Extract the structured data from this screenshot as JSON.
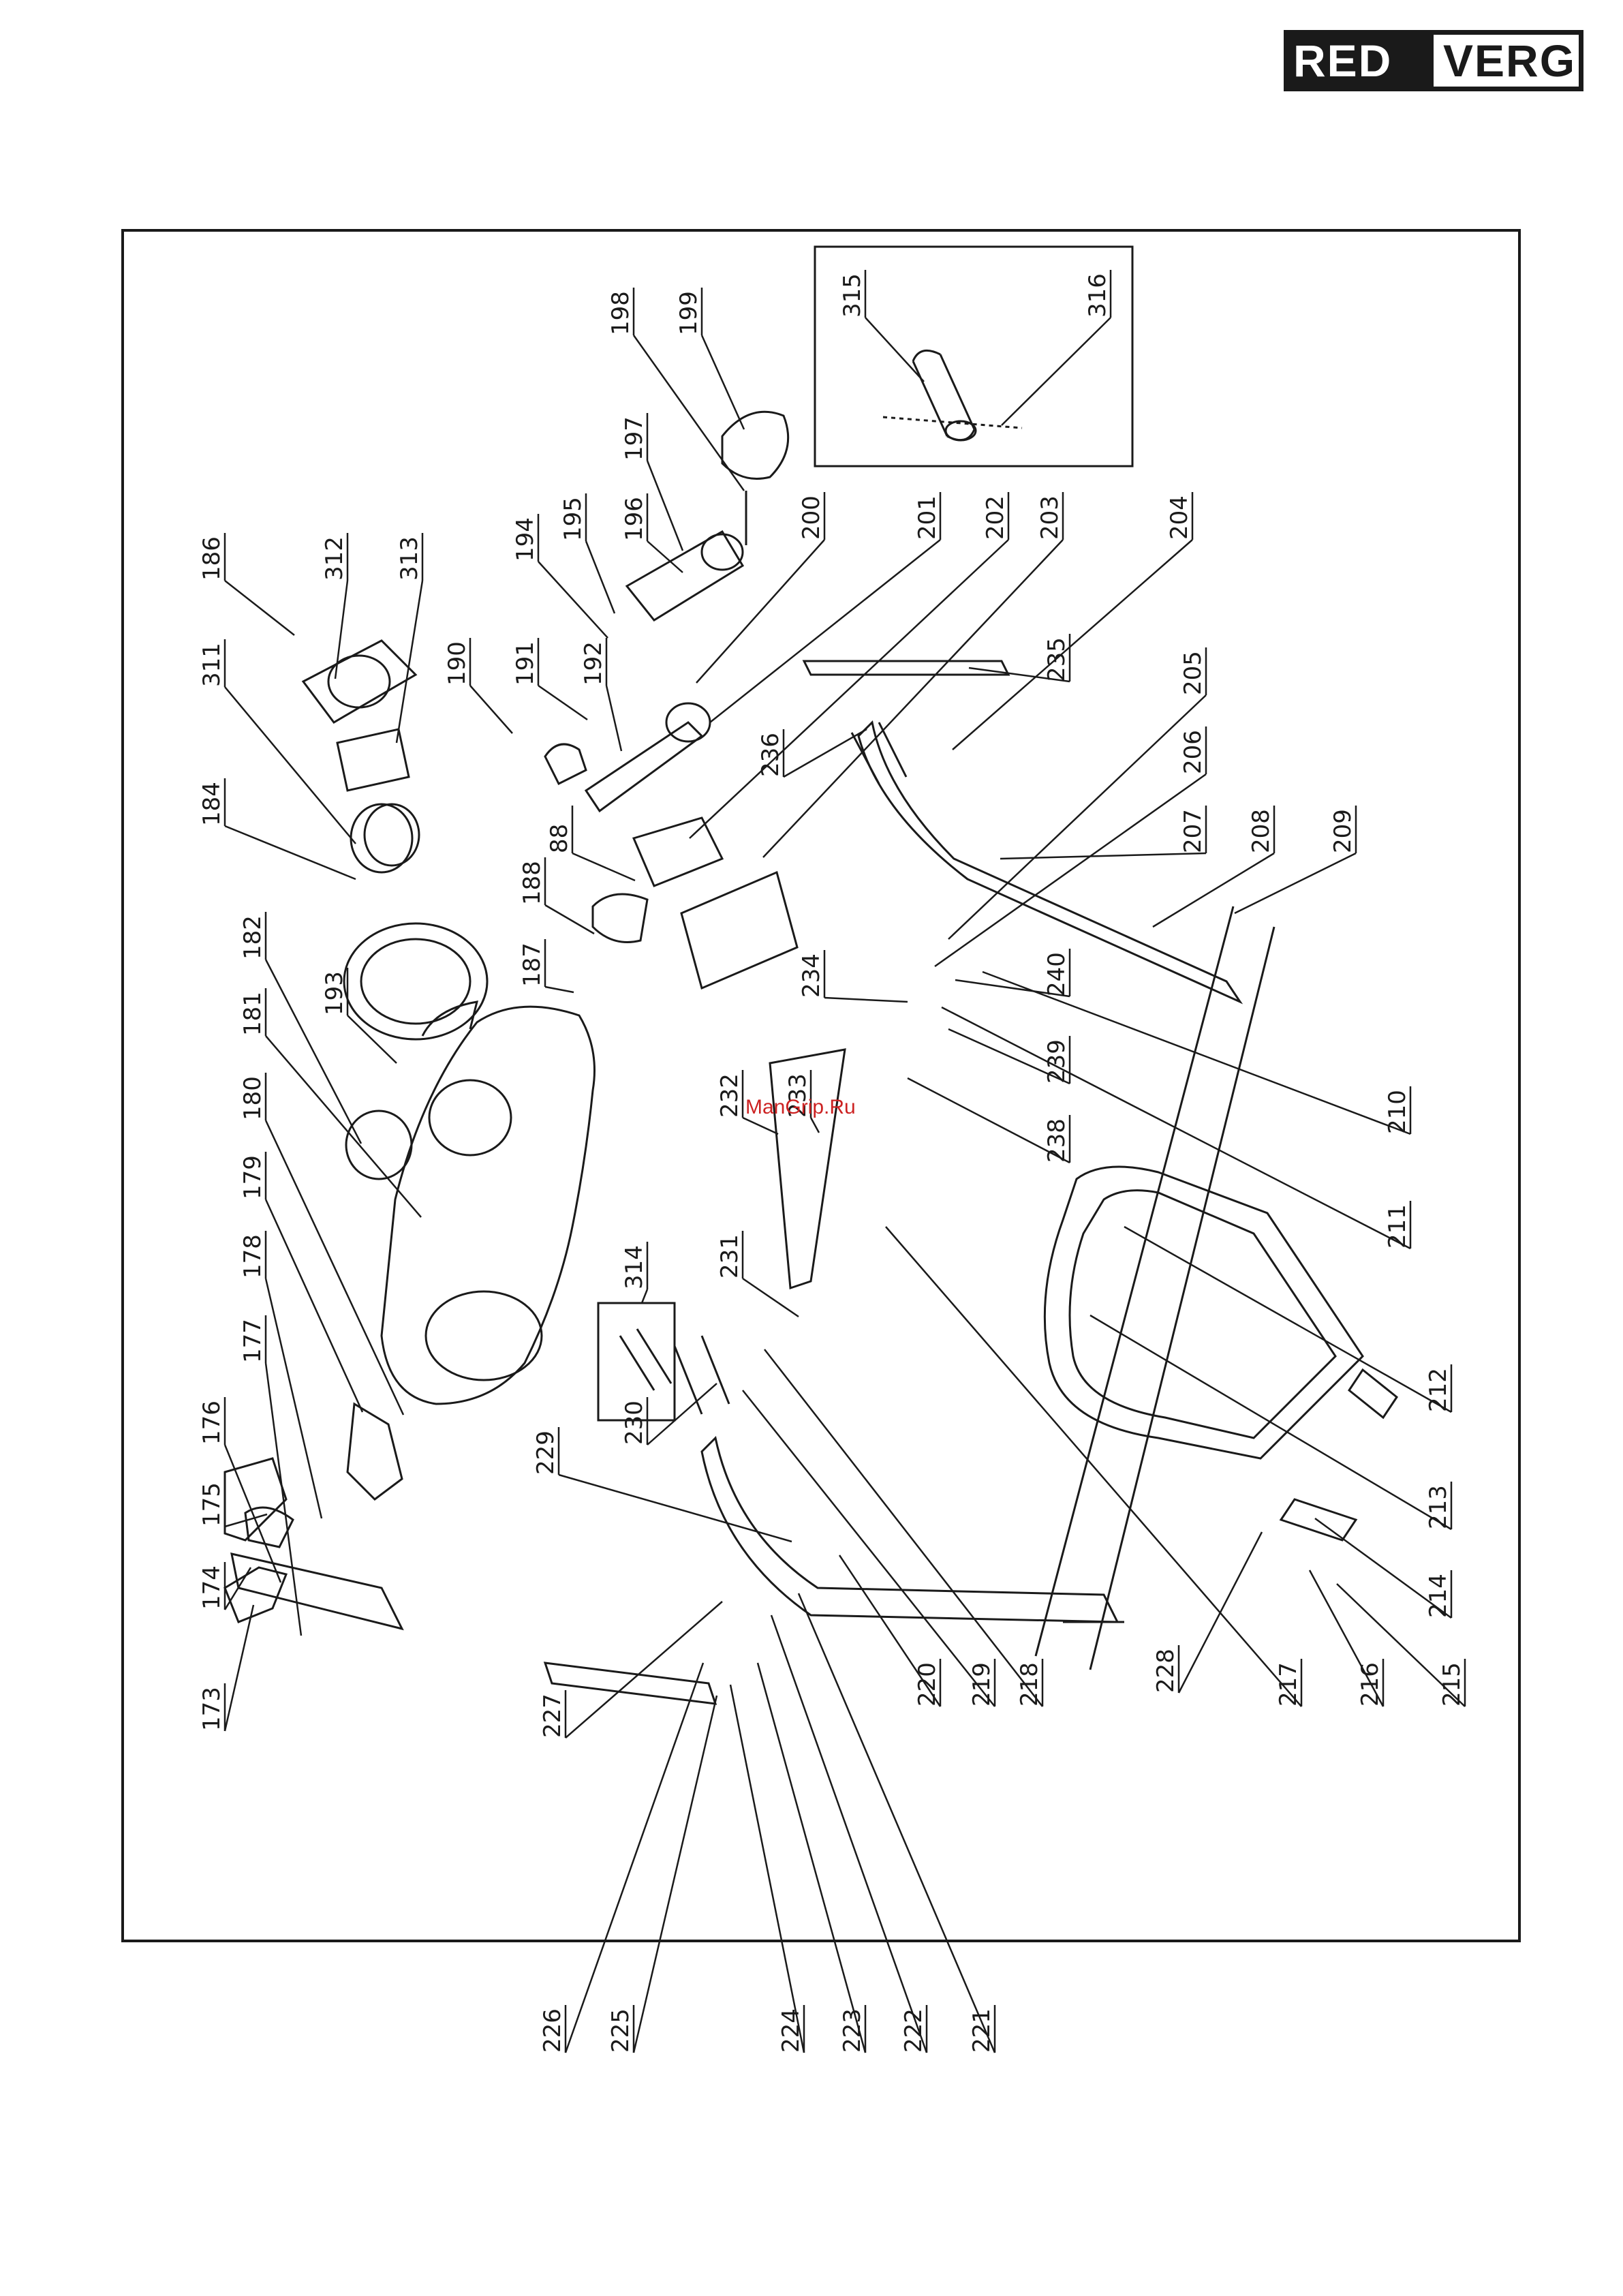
{
  "brand": {
    "left": "RED",
    "right": "VERG"
  },
  "watermark": "ManGrip.Ru",
  "inset_labels": [
    "315",
    "316"
  ],
  "callouts": [
    "173",
    "174",
    "175",
    "176",
    "177",
    "178",
    "179",
    "180",
    "181",
    "182",
    "184",
    "186",
    "187",
    "188",
    "190",
    "191",
    "192",
    "193",
    "194",
    "195",
    "196",
    "197",
    "198",
    "199",
    "200",
    "201",
    "202",
    "203",
    "204",
    "205",
    "206",
    "207",
    "208",
    "209",
    "210",
    "211",
    "212",
    "213",
    "214",
    "215",
    "216",
    "217",
    "218",
    "219",
    "220",
    "221",
    "222",
    "223",
    "224",
    "225",
    "226",
    "227",
    "228",
    "229",
    "230",
    "231",
    "232",
    "233",
    "234",
    "235",
    "236",
    "238",
    "239",
    "240",
    "311",
    "312",
    "313",
    "314",
    "88"
  ],
  "colors": {
    "ink": "#1a1a1a",
    "watermark": "#cc2222"
  }
}
